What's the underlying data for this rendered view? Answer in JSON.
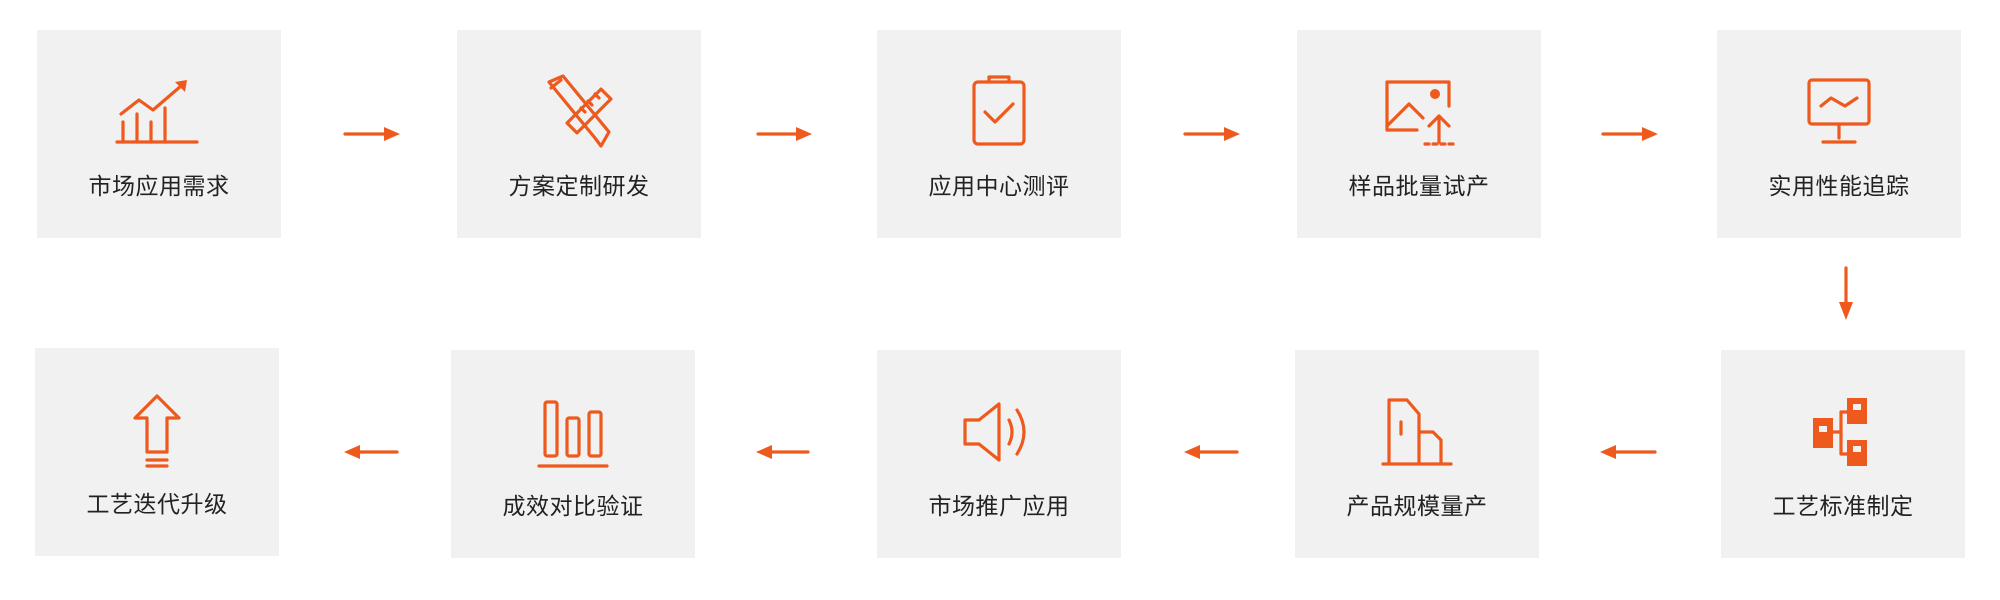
{
  "colors": {
    "accent": "#ee5a1d",
    "box_bg": "#f1f1f1",
    "text": "#222222"
  },
  "steps_row1": [
    {
      "label": "市场应用需求",
      "icon": "growth-chart-icon"
    },
    {
      "label": "方案定制研发",
      "icon": "pencil-ruler-icon"
    },
    {
      "label": "应用中心测评",
      "icon": "clipboard-check-icon"
    },
    {
      "label": "样品批量试产",
      "icon": "image-upload-icon"
    },
    {
      "label": "实用性能追踪",
      "icon": "monitor-wave-icon"
    }
  ],
  "steps_row2": [
    {
      "label": "工艺迭代升级",
      "icon": "arrow-up-outline-icon"
    },
    {
      "label": "成效对比验证",
      "icon": "bar-chart-icon"
    },
    {
      "label": "市场推广应用",
      "icon": "speaker-icon"
    },
    {
      "label": "产品规模量产",
      "icon": "factory-building-icon"
    },
    {
      "label": "工艺标准制定",
      "icon": "flow-nodes-icon"
    }
  ]
}
